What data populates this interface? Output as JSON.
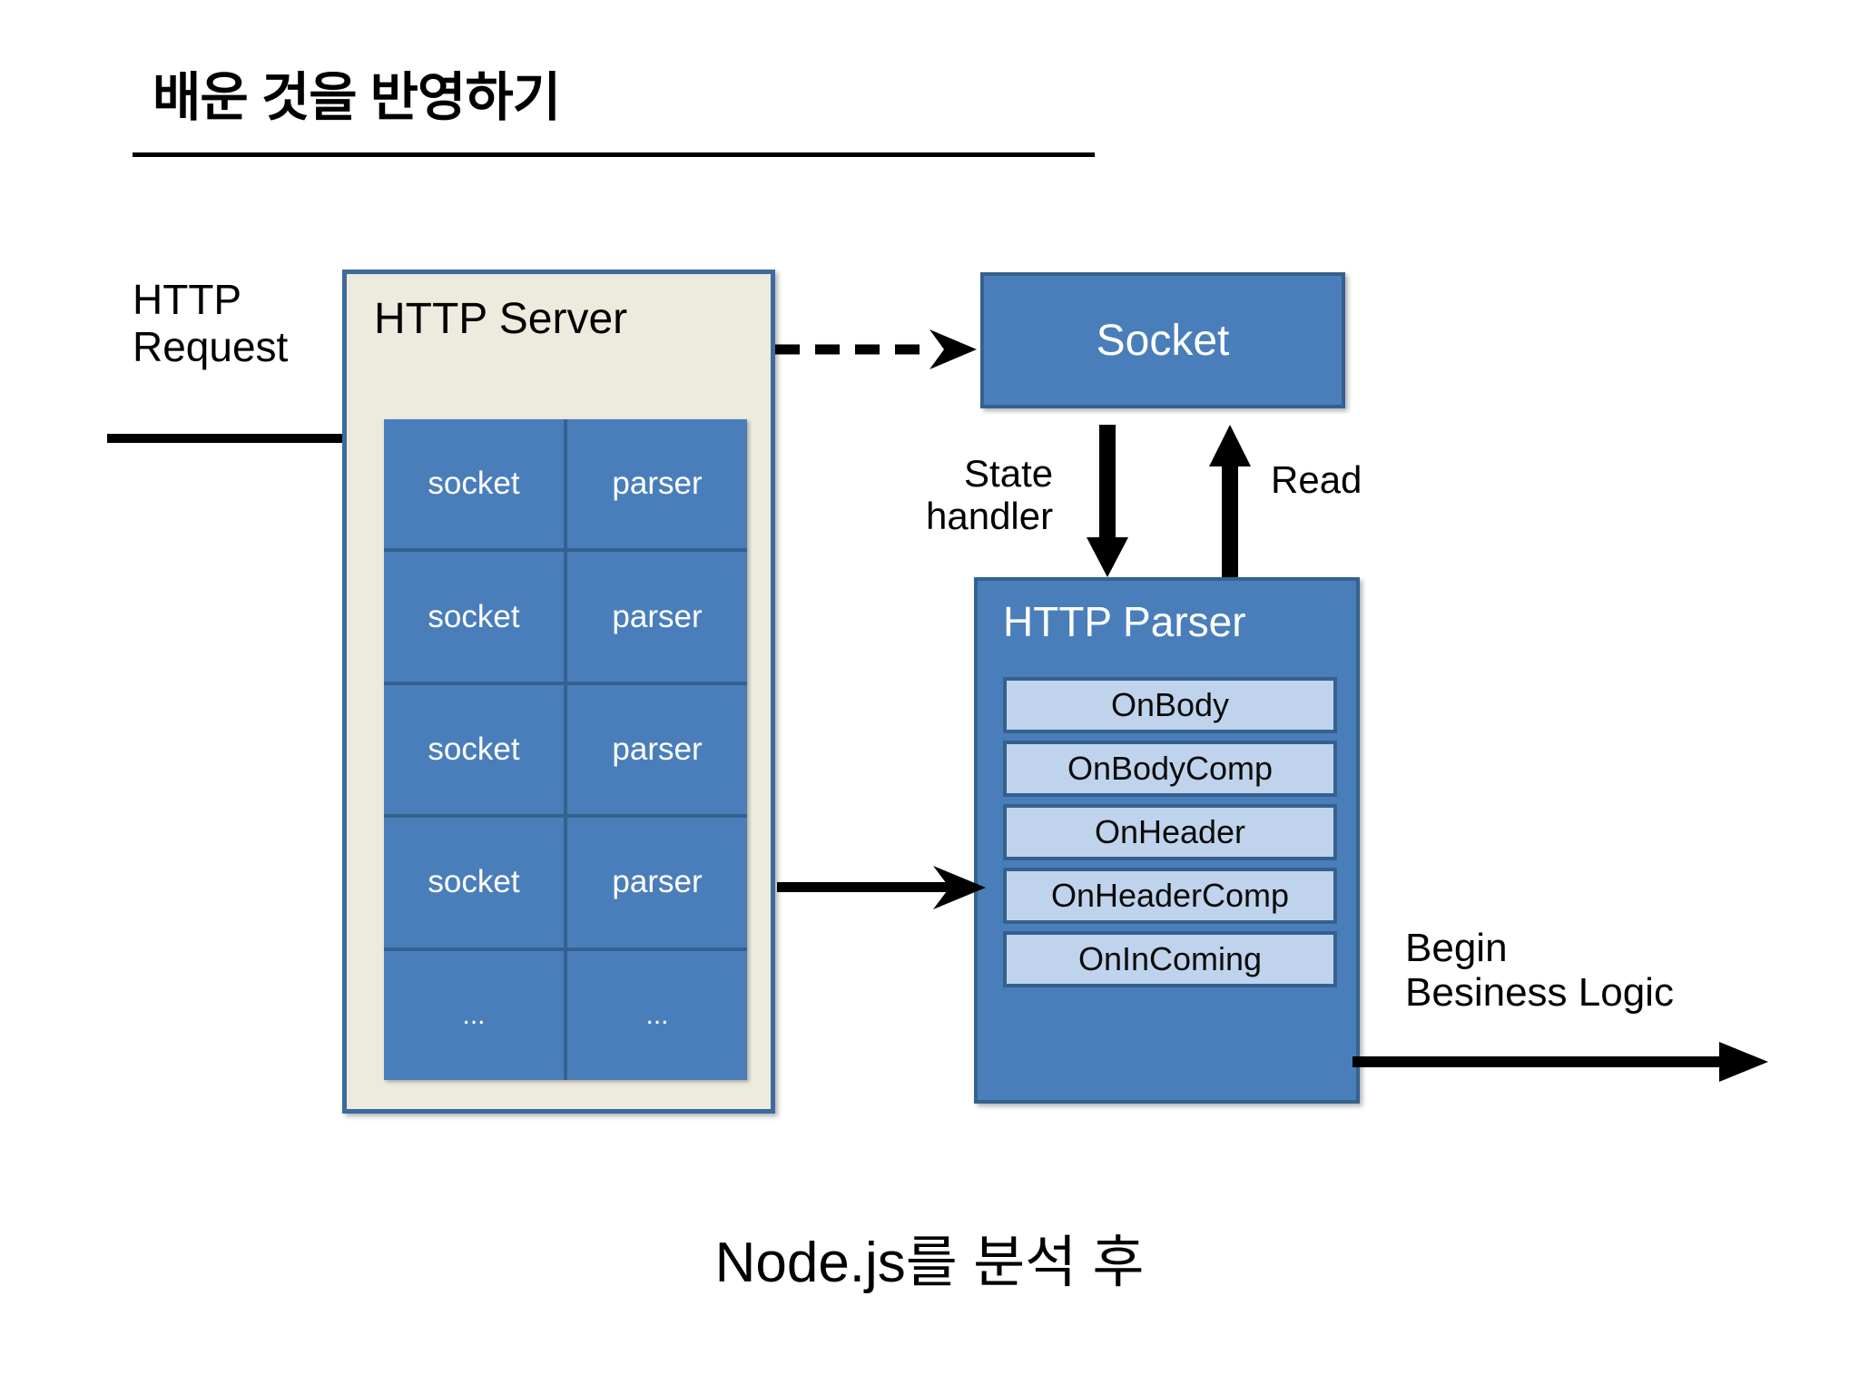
{
  "slide": {
    "title": "배운 것을 반영하기",
    "caption": "Node.js를 분석 후"
  },
  "left": {
    "request_label": "HTTP\nRequest",
    "request_line1": "HTTP",
    "request_line2": "Request"
  },
  "http_server": {
    "title": "HTTP Server",
    "fill_color": "#edeade",
    "border_color": "#3d6b9c",
    "grid": {
      "columns": [
        "socket",
        "parser"
      ],
      "rows": [
        [
          "socket",
          "parser"
        ],
        [
          "socket",
          "parser"
        ],
        [
          "socket",
          "parser"
        ],
        [
          "socket",
          "parser"
        ],
        [
          "...",
          "..."
        ]
      ]
    }
  },
  "socket": {
    "label": "Socket",
    "fill_color": "#4a7ebb",
    "border_color": "#35618f"
  },
  "http_parser": {
    "title": "HTTP Parser",
    "fill_color": "#4a7ebb",
    "border_color": "#35618f",
    "callback_fill": "#bfd4ec",
    "callbacks": [
      "OnBody",
      "OnBodyComp",
      "OnHeader",
      "OnHeaderComp",
      "OnInComing"
    ]
  },
  "arrows": {
    "server_to_socket": "dashed-arrow-right",
    "state_handler_line1": "State",
    "state_handler_line2": "handler",
    "read_label": "Read",
    "parser_to_httpparser": "solid-arrow-right",
    "begin_logic_line1": "Begin",
    "begin_logic_line2": "Besiness Logic"
  }
}
